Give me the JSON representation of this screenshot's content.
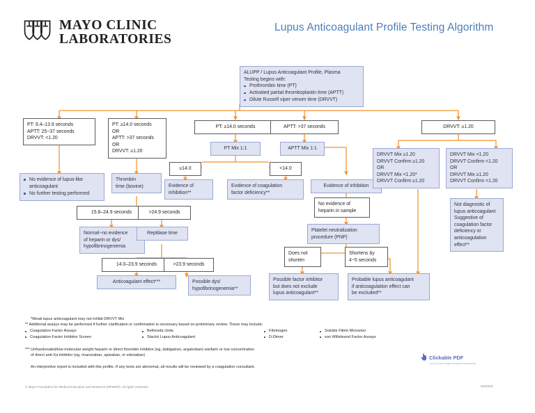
{
  "header": {
    "logo_line1": "MAYO CLINIC",
    "logo_line2": "LABORATORIES",
    "logo_icon": "mayo-shields-logo",
    "title": "Lupus Anticoagulant Profile Testing Algorithm",
    "title_color": "#4a7ebb"
  },
  "palette": {
    "blue_fill": "#dfe3f2",
    "blue_border": "#9aa7d4",
    "white_fill": "#ffffff",
    "gray_border": "#58595b",
    "arrow": "#f2902a"
  },
  "flow": {
    "start": {
      "title": "ALUPP / Lupus Anticoagulant Profile, Plasma",
      "subtitle": "Testing begins with:",
      "items": [
        "Prothrombin time (PT)",
        "Activated partial thromboplastin time (APTT)",
        "Dilute Russell viper venom time (DRVVT)"
      ]
    },
    "n_pt_normal": [
      "PT: 9.4–13.9 seconds",
      "APTT: 25−37 seconds",
      "DRVVT: <1.20"
    ],
    "n_pt_abnormal": [
      "PT: ≥14.0 seconds",
      "OR",
      "APTT: >37 seconds",
      "OR",
      "DRVVT: ≥1.20"
    ],
    "n_pt14": [
      "PT: ≥14.0 seconds"
    ],
    "n_aptt37": [
      "APTT: >37 seconds"
    ],
    "n_drvvt120": [
      "DRVVT: ≥1.20"
    ],
    "n_no_evidence": [
      "No evidence of lupus-like anticoagulant",
      "No further testing performed"
    ],
    "n_thrombin": [
      "Thrombin",
      "time (bovine)"
    ],
    "n_pt_mix": [
      "PT Mix 1:1"
    ],
    "n_aptt_mix": [
      "APTT Mix 1:1"
    ],
    "n_ge14": [
      "≥14.0"
    ],
    "n_lt14": [
      "<14.0"
    ],
    "n_evid_inhib_pt": [
      "Evidence of",
      "inhibition**"
    ],
    "n_evid_factor_def": [
      "Evidence of coagulation",
      "factor deficiency**"
    ],
    "n_evid_inhib_aptt": [
      "Evidence of inhibition"
    ],
    "n_no_heparin": [
      "No evidence of",
      "heparin in sample"
    ],
    "n_pnp": [
      "Platelet neutralization",
      "procedure (PNP)"
    ],
    "n_does_not_shorten": [
      "Does not",
      "shorten"
    ],
    "n_shortens": [
      "Shortens by",
      "4−5 seconds"
    ],
    "n_possible_factor_inhibitor": [
      "Possible factor inhibitor",
      "but does not exclude",
      "lupus anticoagulant**"
    ],
    "n_probable_la": [
      "Probable lupus anticoagulant",
      "if anticoagulation effect can",
      "be excluded**"
    ],
    "n_drvvt_left": [
      "DRVVT Mix ≥1.20",
      "DRVVT Confirm ≥1.20",
      "OR",
      "DRVVT Mix <1.20*",
      "DRVVT Confirm ≥1.20"
    ],
    "n_drvvt_right": [
      "DRVVT Mix <1.20",
      "DRVVT Confirm <1.20",
      "OR",
      "DRVVT Mix ≥1.20",
      "DRVVT Confirm <1.20"
    ],
    "n_not_diagnostic": [
      "Not diagnostic of",
      "lupus anticoagulant",
      "Suggestive of",
      "coagulation factor",
      "deficiency or",
      "anticoagulation",
      "effect**"
    ],
    "n_158_249": [
      "15.8–24.9 seconds"
    ],
    "n_gt249": [
      ">24.9 seconds"
    ],
    "n_normal_no_heparin": [
      "Normal−no evidence",
      "of heparin or dys/",
      "hypofibrinogenemia"
    ],
    "n_reptilase": [
      "Reptilase time"
    ],
    "n_140_239": [
      "14.0–23.9 seconds"
    ],
    "n_gt239": [
      ">23.9 seconds"
    ],
    "n_anticoag_effect": [
      "Anticoagulant effect***"
    ],
    "n_possible_dys": [
      "Possible dys/",
      "hypofibrinogenemia**"
    ]
  },
  "footnotes": {
    "star1": "*Weak lupus anticoagulant may not inhibit DRVVT Mix",
    "star2": "** Additional assays may be performed if further clarification or confirmation is necessary based on preliminary review. These may include:",
    "assay_col1": [
      "Coagulation Factor Assays",
      "Coagulation Factor Inhibitor Screen"
    ],
    "assay_col2": [
      "Bethesda Units",
      "Staclot Lupus Anticoagulant"
    ],
    "assay_col3": [
      "Fibrinogen",
      "D-Dimer"
    ],
    "assay_col4": [
      "Soluble Fibrin Monomer",
      "von Willebrand Factor Assays"
    ],
    "star3_line1": "*** Unfractionated/low-molecular weight heparin or direct thrombin inhibitor (eg, dabigatran, argatroban) warfarin or low concentration",
    "star3_line2": "of direct anti-Xa inhibitor (eg, rivaroxaban, apixaban, or edoxaban)",
    "interpretive": "An interpretive report is included with this profile. If any tests are abnormal, all results will be reviewed by a coagulation consultant.",
    "copyright": "© Mayo Foundation for Medical Education and Research (MFMER). All rights reserved.",
    "datecode": "04/2020"
  },
  "badge": {
    "label": "Clickable PDF",
    "sublabel": "CLICK ON TEST NAMES FOR MORE INFORMATION",
    "icon": "hand-pointer-icon"
  }
}
